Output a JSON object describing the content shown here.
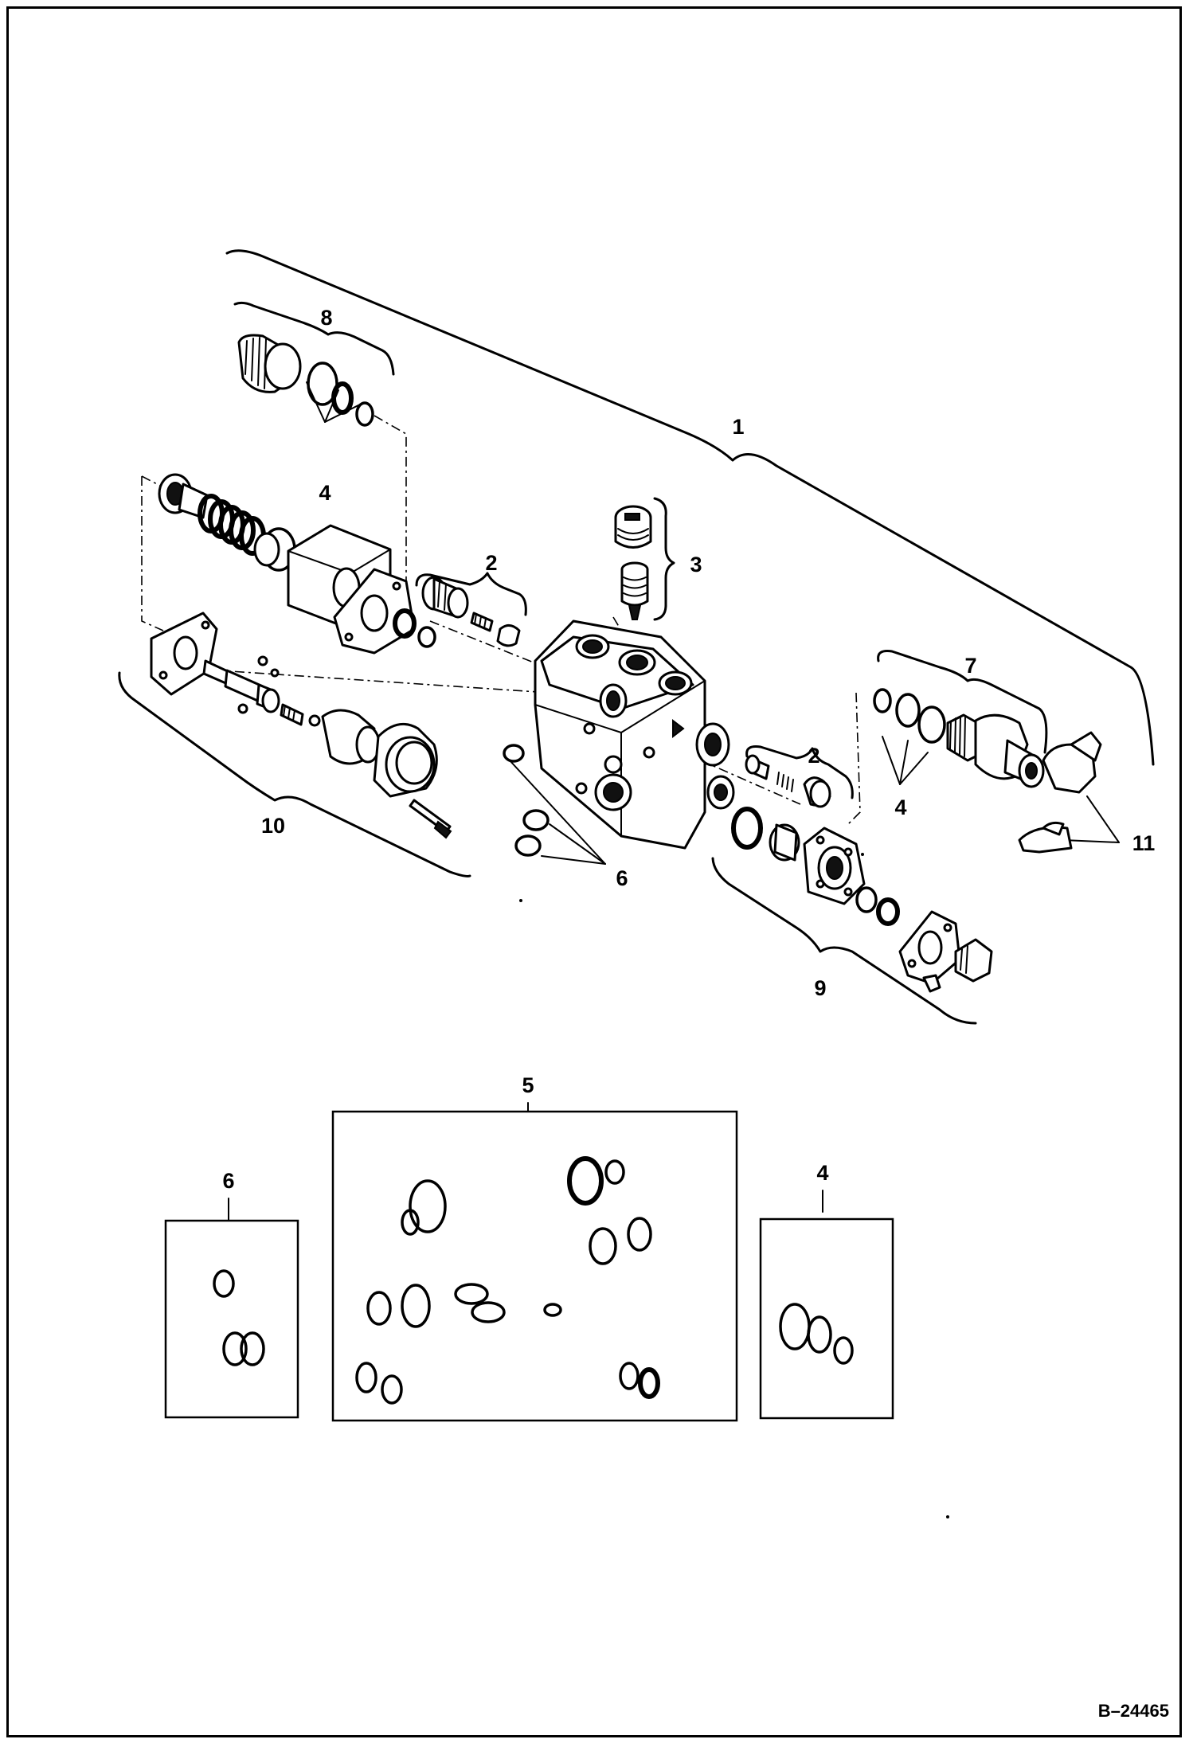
{
  "diagram": {
    "callouts": {
      "c1": "1",
      "c2a": "2",
      "c2b": "2",
      "c3": "3",
      "c4a": "4",
      "c4b": "4",
      "c4box": "4",
      "c5": "5",
      "c6": "6",
      "c6box": "6",
      "c7": "7",
      "c8": "8",
      "c9": "9",
      "c10": "10",
      "c11": "11"
    },
    "document_number": "B–24465"
  }
}
